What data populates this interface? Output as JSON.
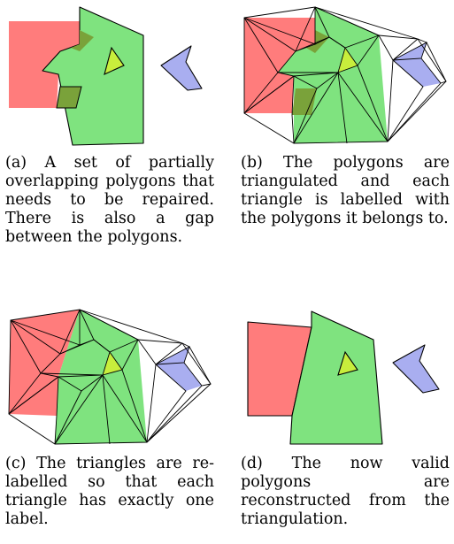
{
  "colors": {
    "red_polygon": "#ff7c7c",
    "green_polygon": "#7fe37f",
    "overlap": "#7aa23a",
    "yellow_triangle": "#c8ee3c",
    "blue_polygon": "#a9aef0",
    "stroke": "#000000"
  },
  "panels": [
    {
      "label": "(a)",
      "caption": "A set of partially overlapping polygons that needs to be repaired. There is also a gap between the polygons."
    },
    {
      "label": "(b)",
      "caption": "The polygons are triangulated and each triangle is labelled with the polygons it belongs to."
    },
    {
      "label": "(c)",
      "caption": "The triangles are re-labelled so that each triangle has exactly one label."
    },
    {
      "label": "(d)",
      "caption": "The now valid polygons are reconstructed from the triangulation."
    }
  ]
}
